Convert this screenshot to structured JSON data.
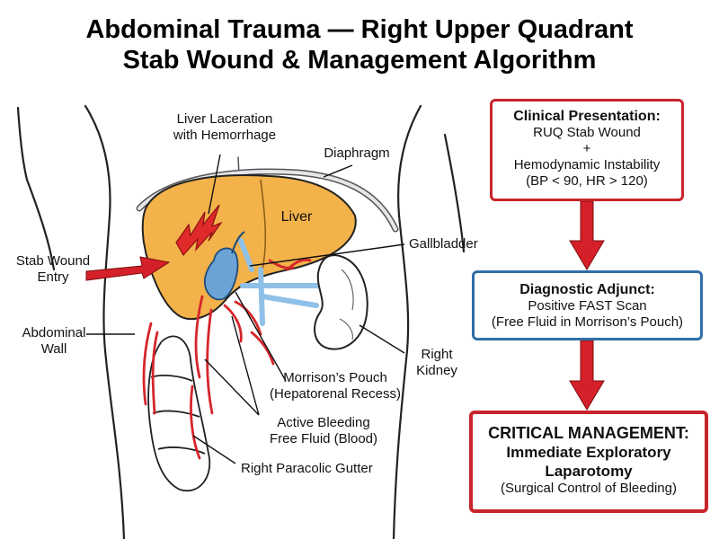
{
  "title": {
    "line1": "Abdominal Trauma — Right Upper Quadrant",
    "line2": "Stab Wound & Management Algorithm"
  },
  "labels": {
    "liver_laceration_1": "Liver Laceration",
    "liver_laceration_2": "with Hemorrhage",
    "diaphragm": "Diaphragm",
    "liver": "Liver",
    "gallbladder": "Gallbladder",
    "stab_wound_1": "Stab Wound",
    "stab_wound_2": "Entry",
    "abdominal_wall_1": "Abdominal",
    "abdominal_wall_2": "Wall",
    "right_kidney_1": "Right",
    "right_kidney_2": "Kidney",
    "morrisons_pouch_1": "Morrison’s Pouch",
    "morrisons_pouch_2": "(Hepatorenal Recess)",
    "active_bleeding_1": "Active Bleeding",
    "active_bleeding_2": "Free Fluid (Blood)",
    "paracolic_gutter": "Right Paracolic Gutter"
  },
  "algorithm": {
    "presentation": {
      "title": "Clinical Presentation:",
      "line1": "RUQ Stab Wound",
      "line2": "+",
      "line3": "Hemodynamic Instability",
      "line4": "(BP < 90, HR > 120)"
    },
    "diagnostic": {
      "title": "Diagnostic Adjunct:",
      "line1": "Positive FAST Scan",
      "line2": "(Free Fluid in Morrison’s Pouch)"
    },
    "management": {
      "title": "CRITICAL MANAGEMENT:",
      "line1": "Immediate Exploratory",
      "line2": "Laparotomy",
      "line3": "(Surgical Control of Bleeding)"
    }
  },
  "colors": {
    "liver": "#f3b24a",
    "gallbladder": "#6ba3d6",
    "kidney": "#ffffff",
    "vessel_blue": "#8fc0e8",
    "bleeding": "#d5262c",
    "box_red": "#c8242b",
    "box_blue": "#2f6fa8",
    "arrow": "#d52029"
  }
}
